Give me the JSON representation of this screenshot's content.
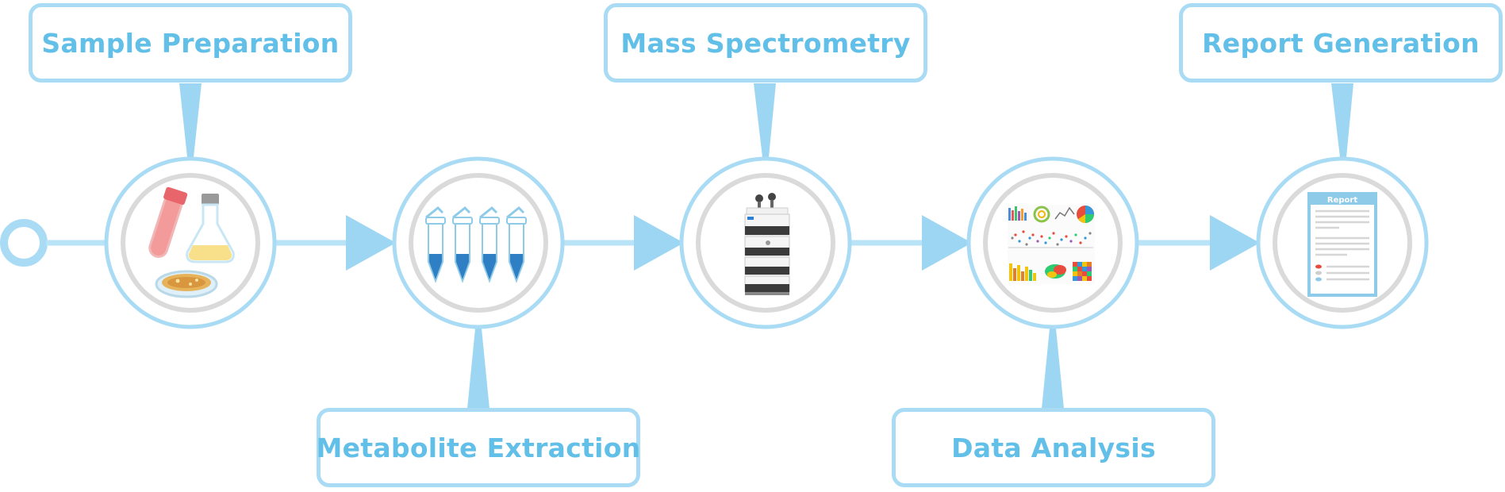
{
  "steps": [
    {
      "label": "Sample Preparation",
      "icon": "test-tube-flask-petri-dish-icon"
    },
    {
      "label": "Metabolite Extraction",
      "icon": "centrifuge-tubes-icon"
    },
    {
      "label": "Mass Spectrometry",
      "icon": "lc-ms-instrument-icon"
    },
    {
      "label": "Data Analysis",
      "icon": "analysis-plots-icon"
    },
    {
      "label": "Report Generation",
      "icon": "report-document-icon"
    }
  ],
  "report_icon_title": "Report",
  "colors": {
    "accent": "#a9dcf4",
    "text": "#62bfe7",
    "inner_ring": "#d9d9d9",
    "connector": "#9dd6f3"
  }
}
